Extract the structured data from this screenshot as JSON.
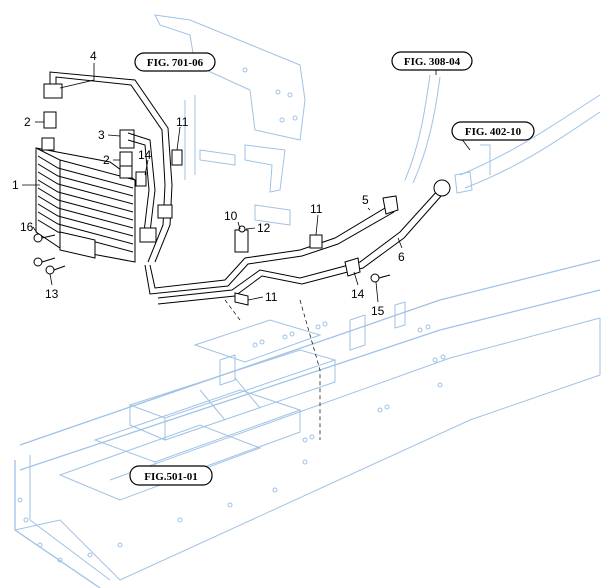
{
  "callouts": {
    "c1": "1",
    "c2a": "2",
    "c2b": "2",
    "c3": "3",
    "c4": "4",
    "c5": "5",
    "c6": "6",
    "c10": "10",
    "c11a": "11",
    "c11b": "11",
    "c11c": "11",
    "c12": "12",
    "c13": "13",
    "c14a": "14",
    "c14b": "14",
    "c15": "15",
    "c16": "16"
  },
  "figure_refs": {
    "fig_701": "FIG. 701-06",
    "fig_308": "FIG. 308-04",
    "fig_402": "FIG. 402-10",
    "fig_501": "FIG.501-01"
  },
  "colors": {
    "frame_line": "#9fc2e6",
    "part_line": "#000000",
    "background": "#ffffff"
  }
}
